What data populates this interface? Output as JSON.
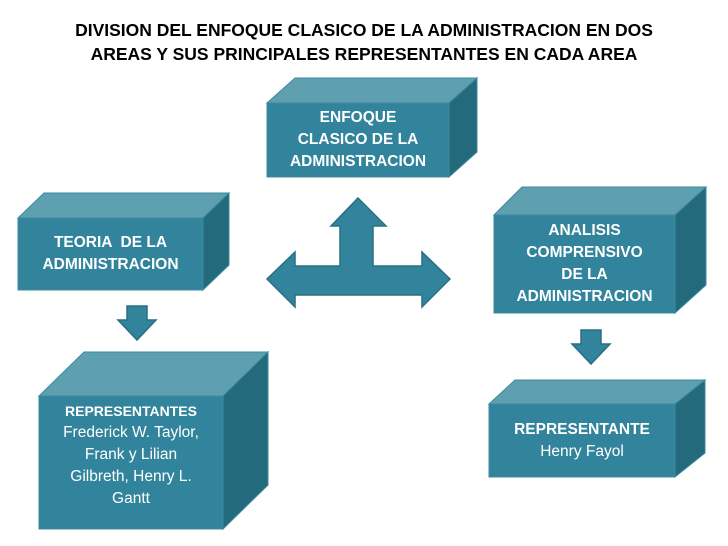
{
  "title": {
    "line1": "DIVISION DEL ENFOQUE CLASICO DE LA ADMINISTRACION EN DOS",
    "line2": "AREAS Y SUS PRINCIPALES REPRESENTANTES EN CADA AREA"
  },
  "boxes": {
    "enfoque": {
      "l1": "ENFOQUE",
      "l2": "CLASICO DE LA",
      "l3": "ADMINISTRACION"
    },
    "teoria": {
      "l1": "TEORIA  DE LA",
      "l2": "ADMINISTRACION"
    },
    "analisis": {
      "l1": "ANALISIS",
      "l2": "COMPRENSIVO",
      "l3": "DE LA",
      "l4": "ADMINISTRACION"
    },
    "representantes": {
      "heading": "REPRESENTANTES",
      "l1": "Frederick W. Taylor,",
      "l2": "Frank y Lilian",
      "l3": "Gilbreth, Henry L.",
      "l4": "Gantt"
    },
    "representante": {
      "heading": "REPRESENTANTE",
      "l1": "Henry Fayol"
    }
  },
  "colors": {
    "front": "#31849b",
    "top": "#5fa0b0",
    "side": "#236a7d",
    "edge": "#2a6f82"
  }
}
